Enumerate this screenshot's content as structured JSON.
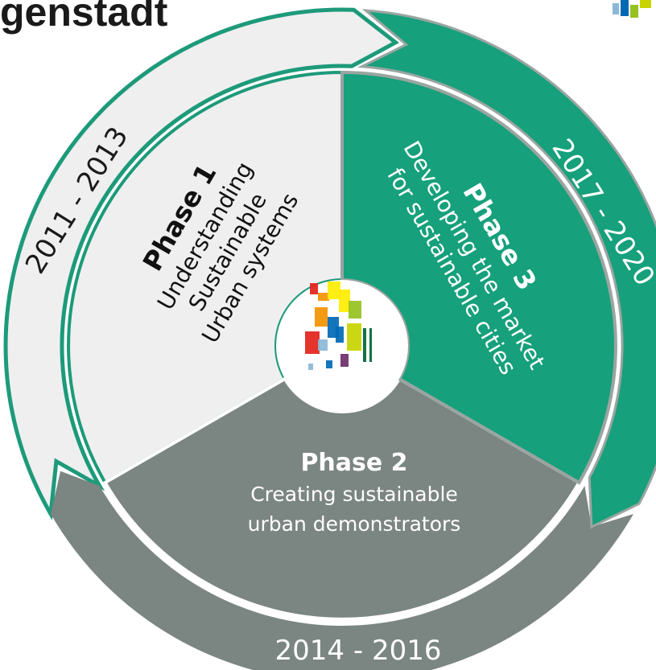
{
  "header": {
    "title_fragment": "genstadt"
  },
  "diagram": {
    "phases": [
      {
        "id": "phase-1",
        "title": "Phase 1",
        "lines": [
          "Understanding",
          "Sustainable",
          "Urban systems"
        ],
        "years": "2011 - 2013",
        "fill": "#efefef",
        "outer_ring": "#efefef",
        "text_color": "#111111"
      },
      {
        "id": "phase-2",
        "title": "Phase 2",
        "lines": [
          "Creating sustainable",
          "urban demonstrators"
        ],
        "years": "2014 - 2016",
        "fill": "#7b8582",
        "outer_ring": "#7b8582",
        "text_color": "#ffffff"
      },
      {
        "id": "phase-3",
        "title": "Phase 3",
        "lines": [
          "Developing the market",
          "for sustainable cities"
        ],
        "years": "2017 - 2020",
        "fill": "#16a07b",
        "outer_ring": "#16a07b",
        "text_color": "#ffffff"
      }
    ],
    "colors": {
      "outline": "#1d9a7a",
      "divider": "#ffffff",
      "center": "#ffffff"
    }
  },
  "logo": {
    "tile_colors": [
      "#e2231a",
      "#f39200",
      "#ffed00",
      "#95c11f",
      "#006633",
      "#0069b4",
      "#8ab8d8",
      "#6e2c6b",
      "#c8d400"
    ]
  }
}
